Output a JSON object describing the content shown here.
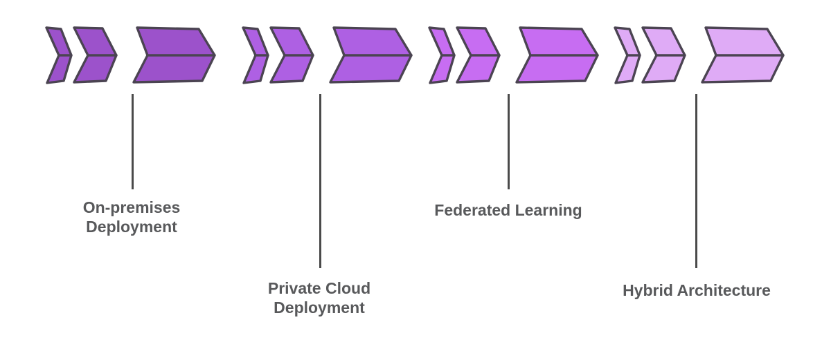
{
  "diagram": {
    "type": "process-chevron-diagram",
    "background": "#ffffff",
    "outline_color": "#4b4452",
    "connector_color": "#4a4a4a",
    "label_color": "#58595b",
    "stages": [
      {
        "label": "On-premises Deployment",
        "line1": "On-premises",
        "line2": "Deployment",
        "fill": "#9c52cb"
      },
      {
        "label": "Private Cloud Deployment",
        "line1": "Private Cloud",
        "line2": "Deployment",
        "fill": "#ae60e3"
      },
      {
        "label": "Federated Learning",
        "line1": "Federated Learning",
        "line2": "",
        "fill": "#c76df2"
      },
      {
        "label": "Hybrid Architecture",
        "line1": "Hybrid Architecture",
        "line2": "",
        "fill": "#dfabf6"
      }
    ]
  }
}
